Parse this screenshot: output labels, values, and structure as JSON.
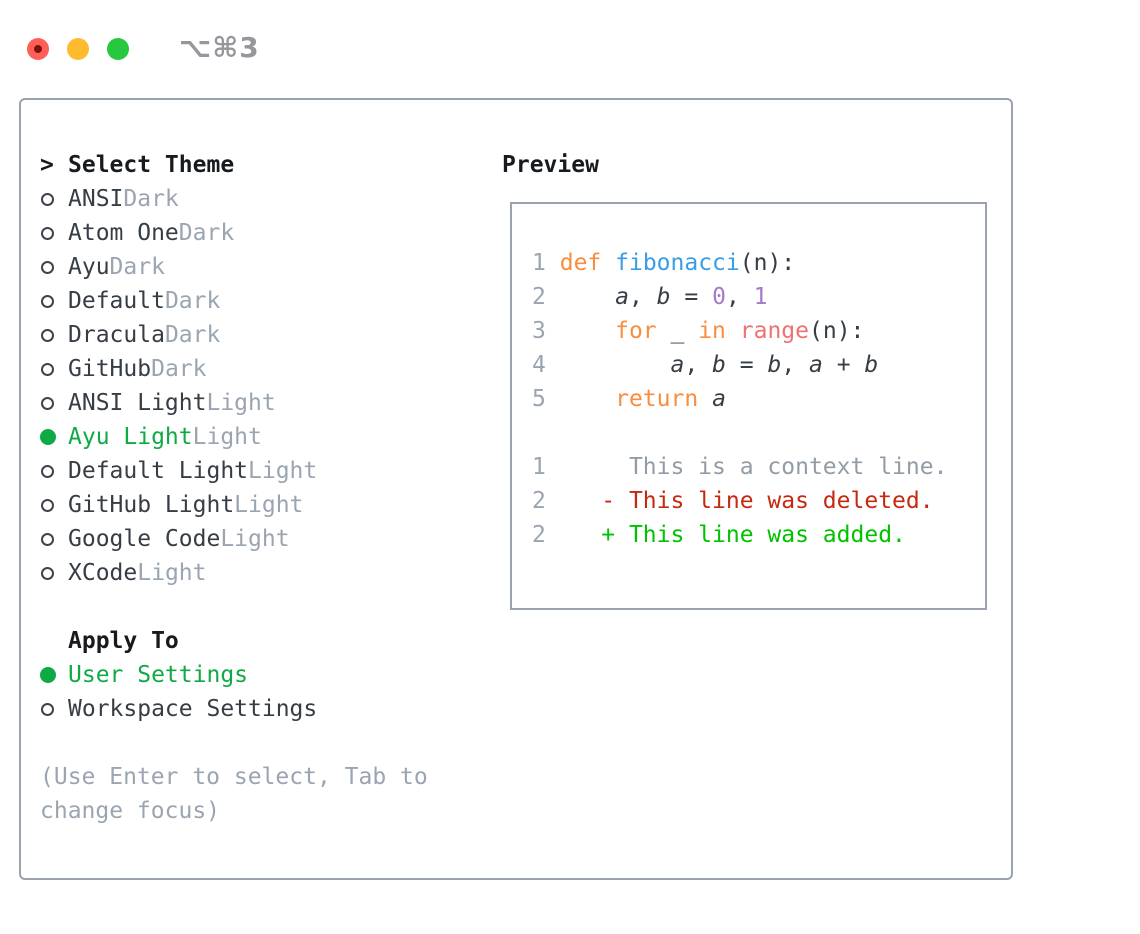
{
  "window": {
    "title_shortcut": "⌥⌘3",
    "traffic_lights": [
      {
        "name": "close",
        "color": "#fe5f57"
      },
      {
        "name": "minimize",
        "color": "#febb2e"
      },
      {
        "name": "zoom",
        "color": "#27c83f"
      }
    ]
  },
  "theme_selector": {
    "header_marker": ">",
    "header_label": "Select Theme",
    "items": [
      {
        "name": "ANSI",
        "badge": "Dark",
        "selected": false
      },
      {
        "name": "Atom One",
        "badge": "Dark",
        "selected": false
      },
      {
        "name": "Ayu",
        "badge": "Dark",
        "selected": false
      },
      {
        "name": "Default",
        "badge": "Dark",
        "selected": false
      },
      {
        "name": "Dracula",
        "badge": "Dark",
        "selected": false
      },
      {
        "name": "GitHub",
        "badge": "Dark",
        "selected": false
      },
      {
        "name": "ANSI Light",
        "badge": "Light",
        "selected": false
      },
      {
        "name": "Ayu Light",
        "badge": "Light",
        "selected": true
      },
      {
        "name": "Default Light",
        "badge": "Light",
        "selected": false
      },
      {
        "name": "GitHub Light",
        "badge": "Light",
        "selected": false
      },
      {
        "name": "Google Code",
        "badge": "Light",
        "selected": false
      },
      {
        "name": "XCode",
        "badge": "Light",
        "selected": false
      }
    ],
    "apply_to": {
      "label": "Apply To",
      "options": [
        {
          "name": "User Settings",
          "selected": true
        },
        {
          "name": "Workspace Settings",
          "selected": false
        }
      ]
    },
    "help_text": "(Use Enter to select, Tab to change focus)"
  },
  "preview": {
    "title": "Preview",
    "lines": [
      {
        "num": "1",
        "tokens": [
          {
            "t": " ",
            "c": "plain"
          },
          {
            "t": "def",
            "c": "keyword"
          },
          {
            "t": " ",
            "c": "plain"
          },
          {
            "t": "fibonacci",
            "c": "function"
          },
          {
            "t": "(n):",
            "c": "plain"
          }
        ]
      },
      {
        "num": "2",
        "tokens": [
          {
            "t": "     ",
            "c": "plain"
          },
          {
            "t": "a",
            "c": "variable"
          },
          {
            "t": ", ",
            "c": "plain"
          },
          {
            "t": "b",
            "c": "variable"
          },
          {
            "t": " = ",
            "c": "plain"
          },
          {
            "t": "0",
            "c": "constant"
          },
          {
            "t": ", ",
            "c": "plain"
          },
          {
            "t": "1",
            "c": "constant"
          }
        ]
      },
      {
        "num": "3",
        "tokens": [
          {
            "t": "     ",
            "c": "plain"
          },
          {
            "t": "for",
            "c": "keyword"
          },
          {
            "t": " _ ",
            "c": "plain"
          },
          {
            "t": "in",
            "c": "keyword"
          },
          {
            "t": " ",
            "c": "plain"
          },
          {
            "t": "range",
            "c": "builtin"
          },
          {
            "t": "(n):",
            "c": "plain"
          }
        ]
      },
      {
        "num": "4",
        "tokens": [
          {
            "t": "         ",
            "c": "plain"
          },
          {
            "t": "a",
            "c": "variable"
          },
          {
            "t": ", ",
            "c": "plain"
          },
          {
            "t": "b",
            "c": "variable"
          },
          {
            "t": " = ",
            "c": "plain"
          },
          {
            "t": "b",
            "c": "variable"
          },
          {
            "t": ", ",
            "c": "plain"
          },
          {
            "t": "a",
            "c": "variable"
          },
          {
            "t": " + ",
            "c": "plain"
          },
          {
            "t": "b",
            "c": "variable"
          }
        ]
      },
      {
        "num": "5",
        "tokens": [
          {
            "t": "     ",
            "c": "plain"
          },
          {
            "t": "return",
            "c": "keyword"
          },
          {
            "t": " ",
            "c": "plain"
          },
          {
            "t": "a",
            "c": "variable"
          }
        ]
      },
      {
        "num": "",
        "tokens": []
      },
      {
        "num": "1",
        "tokens": [
          {
            "t": "      This is a context line.",
            "c": "context"
          }
        ]
      },
      {
        "num": "2",
        "tokens": [
          {
            "t": "    - This line was deleted.",
            "c": "deleted"
          }
        ]
      },
      {
        "num": "2",
        "tokens": [
          {
            "t": "    + This line was added.",
            "c": "added"
          }
        ]
      }
    ]
  },
  "colors": {
    "selection_green": "#0faa46",
    "added_green": "#00c300",
    "deleted_red": "#c5290e",
    "keyword_orange": "#fa8d3e",
    "function_blue": "#399ee6",
    "constant_purple": "#a37acc",
    "builtin_salmon": "#f07171",
    "muted_gray": "#9aa5b1",
    "text_dark": "#363d44",
    "border_gray": "#99a2ae"
  }
}
